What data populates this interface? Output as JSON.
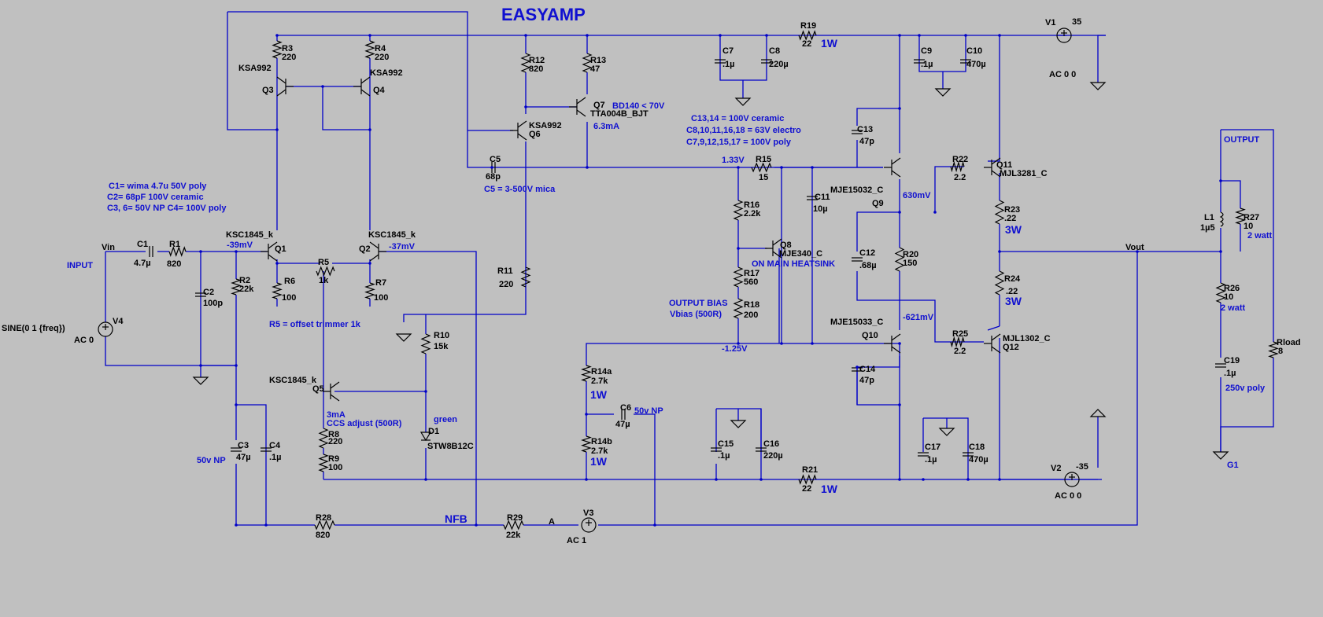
{
  "title": "EASYAMP",
  "labels": {
    "R3n": "R3",
    "R3v": "220",
    "R4n": "R4",
    "R4v": "220",
    "Q3t": "KSA992",
    "Q3n": "Q3",
    "Q4t": "KSA992",
    "Q4n": "Q4",
    "R12n": "R12",
    "R12v": "820",
    "R13n": "R13",
    "R13v": "47",
    "Q7n": "Q7",
    "Q7t": "TTA004B_BJT",
    "Q7i": "6.3mA",
    "Q7a": "BD140 < 70V",
    "Q6t": "KSA992",
    "Q6n": "Q6",
    "C7n": "C7",
    "C7v": ".1µ",
    "C8n": "C8",
    "C8v": "220µ",
    "R19n": "R19",
    "R19v": "22",
    "R19w": "1W",
    "C9n": "C9",
    "C9v": ".1µ",
    "C10n": "C10",
    "C10v": "470µ",
    "V1n": "V1",
    "V1v": "35",
    "V1a": "AC 0 0",
    "capnote1": "C13,14 = 100V ceramic",
    "capnote2": "C8,10,11,16,18 = 63V electro",
    "capnote3": "C7,9,12,15,17 = 100V poly",
    "C13n": "C13",
    "C13v": "47p",
    "R22n": "R22",
    "R22v": "2.2",
    "Q11n": "Q11",
    "Q11t": "MJL3281_C",
    "out": "OUTPUT",
    "C5n": "C5",
    "C5v": "68p",
    "C5note": "C5 = 3-500V mica",
    "v133": "1.33V",
    "R15n": "R15",
    "R15v": "15",
    "Q9t": "MJE15032_C",
    "Q9n": "Q9",
    "v630": "630mV",
    "R23n": "R23",
    "R23v": ".22",
    "R23w": "3W",
    "L1n": "L1",
    "L1v": "1µ5",
    "R27n": "R27",
    "R27v": "10",
    "R27w": "2 watt",
    "c1note": "C1= wima 4.7u 50V poly",
    "c2note": "C2= 68pF 100V ceramic",
    "c3note": "C3, 6= 50V NP  C4= 100V poly",
    "R16n": "R16",
    "R16v": "2.2k",
    "C11n": "C11",
    "C11v": "10µ",
    "Q1t": "KSC1845_k",
    "Q1n": "Q1",
    "v39": "-39mV",
    "Q2t": "KSC1845_k",
    "Q2n": "Q2",
    "v37": "-37mV",
    "Vin": "Vin",
    "input": "INPUT",
    "C1n": "C1",
    "C1v": "4.7µ",
    "R1n": "R1",
    "R1v": "820",
    "R2n": "R2",
    "R2v": "22k",
    "R5n": "R5",
    "R5v": "1k",
    "R6n": "R6",
    "R6v": "100",
    "R7n": "R7",
    "R7v": "100",
    "R11n": "R11",
    "R11v": "220",
    "Q8n": "Q8",
    "Q8t": "MJE340_C",
    "heatsink": "ON MAIN HEATSINK",
    "C12n": "C12",
    "C12v": ".68µ",
    "R20n": "R20",
    "R20v": "150",
    "Vout": "Vout",
    "R24n": "R24",
    "R24v": ".22",
    "R24w": "3W",
    "R26n": "R26",
    "R26v": "10",
    "R26w": "2 watt",
    "C2n": "C2",
    "C2v": "100p",
    "R17n": "R17",
    "R17v": "560",
    "V4n": "V4",
    "sine": "SINE(0 1 {freq})",
    "V4a": "AC 0",
    "R5note": "R5 = offset trimmer 1k",
    "obias": "OUTPUT BIAS",
    "vbias": "Vbias (500R)",
    "R18n": "R18",
    "R18v": "200",
    "Q10t": "MJE15033_C",
    "Q10n": "Q10",
    "v621": "-621mV",
    "R10n": "R10",
    "R10v": "15k",
    "R25n": "R25",
    "R25v": "2.2",
    "Q12t": "MJL1302_C",
    "Q12n": "Q12",
    "Rloadn": "Rload",
    "Rloadv": "8",
    "v125": "-1.25V",
    "R14an": "R14a",
    "R14av": "2.7k",
    "R14aw": "1W",
    "C14n": "C14",
    "C14v": "47p",
    "C19n": "C19",
    "C19v": ".1µ",
    "C19note": "250v poly",
    "Q5t": "KSC1845_k",
    "Q5n": "Q5",
    "ccs1": "3mA",
    "ccs2": "CCS adjust (500R)",
    "green": "green",
    "D1n": "D1",
    "D1t": "STW8B12C",
    "C6n": "C6",
    "C6v": "47µ",
    "C6note": "50v NP",
    "R8n": "R8",
    "R8v": "220",
    "np": "50v NP",
    "C3n": "C3",
    "C3v": "47µ",
    "C4n": "C4",
    "C4v": ".1µ",
    "R14bn": "R14b",
    "R14bv": "2.7k",
    "R14bw": "1W",
    "C15n": "C15",
    "C15v": ".1µ",
    "C16n": "C16",
    "C16v": "220µ",
    "C17n": "C17",
    "C17v": ".1µ",
    "C18n": "C18",
    "C18v": "470µ",
    "R9n": "R9",
    "R9v": "100",
    "V2n": "V2",
    "V2v": "-35",
    "V2a": "AC 0 0",
    "R21n": "R21",
    "R21v": "22",
    "R21w": "1W",
    "G1": "G1",
    "R28n": "R28",
    "R28v": "820",
    "nfb": "NFB",
    "R29n": "R29",
    "R29v": "22k",
    "A": "A",
    "V3n": "V3",
    "V3a": "AC 1"
  }
}
